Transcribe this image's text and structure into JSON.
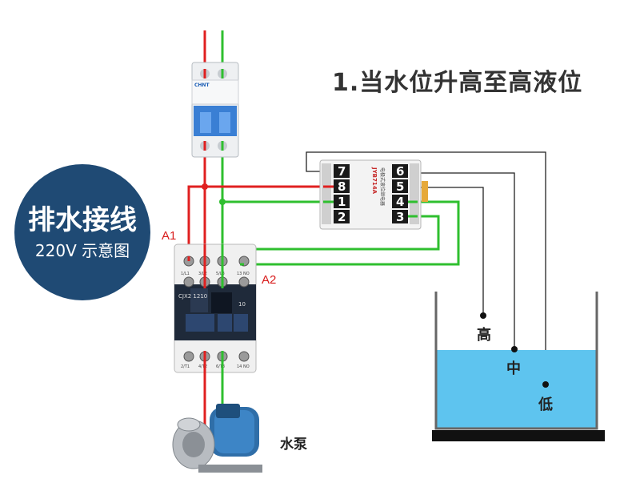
{
  "title": "1.当水位升高至高液位",
  "badge": {
    "line1": "排水接线",
    "line2": "220V 示意图"
  },
  "labels": {
    "a1": "A1",
    "a2": "A2",
    "pump": "水泵"
  },
  "levels": {
    "high": "高",
    "mid": "中",
    "low": "低"
  },
  "relay": {
    "model": "JYB714A",
    "name": "电极式液位继电器",
    "left_terminals": [
      "7",
      "8",
      "1",
      "2"
    ],
    "right_terminals": [
      "6",
      "5",
      "4",
      "3"
    ]
  },
  "breaker": {
    "brand": "CHNT"
  },
  "contactor": {
    "model": "CJX2 1210",
    "rating": "10",
    "top_marks": [
      "1/L1",
      "3/L2",
      "5/L3",
      "13 NO"
    ],
    "bottom_marks": [
      "2/T1",
      "4/T2",
      "6/T3",
      "14 NO"
    ]
  },
  "colors": {
    "red": "#e02020",
    "green": "#2fbf2f",
    "water": "#5ec4ef",
    "badge": "#1f4a74"
  }
}
